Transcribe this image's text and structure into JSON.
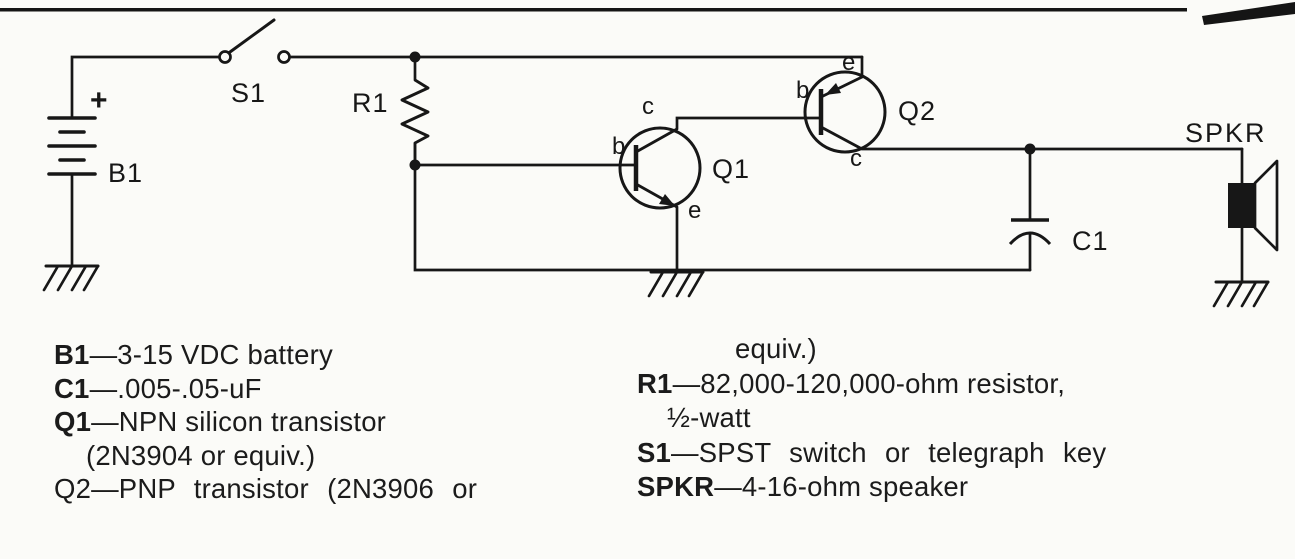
{
  "schematic": {
    "labels": {
      "battery": "B1",
      "battery_plus": "+",
      "switch": "S1",
      "resistor": "R1",
      "q1": "Q1",
      "q2": "Q2",
      "capacitor": "C1",
      "speaker": "SPKR"
    },
    "pins": {
      "q1_b": "b",
      "q1_c": "c",
      "q1_e": "e",
      "q2_b": "b",
      "q2_c": "c",
      "q2_e": "e"
    },
    "ink_color": "#171717",
    "paper_color": "#fbfbf8"
  },
  "parts_list": {
    "left": [
      {
        "designator": "B1",
        "text": "—3-15 VDC battery"
      },
      {
        "designator": "C1",
        "text": "—.005-.05-uF"
      },
      {
        "designator": "Q1",
        "text": "—NPN silicon transistor"
      },
      {
        "designator": "",
        "text": "(2N3904 or equiv.)"
      },
      {
        "designator": "Q2",
        "text": "—PNP transistor (2N3906 or"
      }
    ],
    "right": [
      {
        "designator": "",
        "text": "equiv.)"
      },
      {
        "designator": "R1",
        "text": "—82,000-120,000-ohm resistor,"
      },
      {
        "designator": "",
        "text": "½-watt"
      },
      {
        "designator": "S1",
        "text": "—SPST switch or telegraph key"
      },
      {
        "designator": "SPKR",
        "text": "—4-16-ohm speaker"
      }
    ]
  }
}
